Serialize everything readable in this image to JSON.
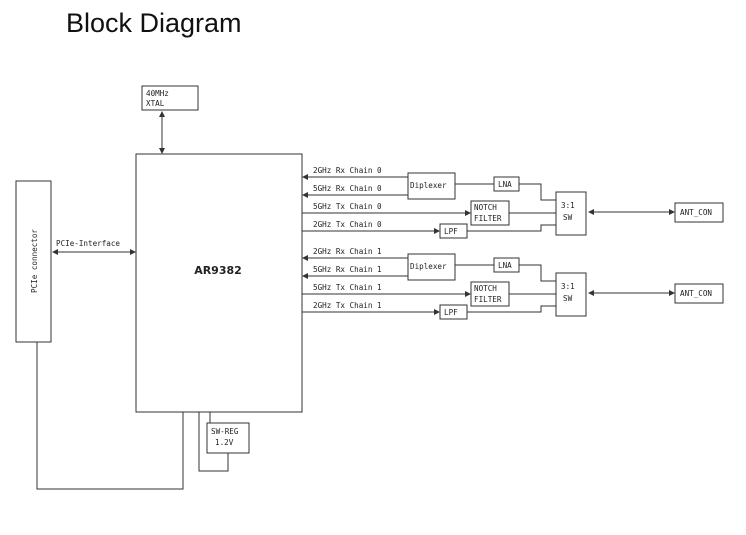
{
  "title": "Block Diagram",
  "colors": {
    "line": "#333333",
    "text": "#222222",
    "background": "#ffffff"
  },
  "blocks": {
    "xtal": [
      "40MHz",
      "XTAL"
    ],
    "pcie": "PCIe connector",
    "pcie_interface": "PCIe-Interface",
    "chip": "AR9382",
    "sw_reg": [
      "SW-REG",
      "1.2V"
    ],
    "diplexer": "Diplexer",
    "lna": "LNA",
    "notch": [
      "NOTCH",
      "FILTER"
    ],
    "lpf": "LPF",
    "switch": [
      "3:1",
      "SW"
    ],
    "ant": "ANT_CON"
  },
  "chains": [
    {
      "labels": [
        "2GHz Rx Chain 0",
        "5GHz Rx Chain 0",
        "5GHz Tx Chain 0",
        "2GHz Tx Chain 0"
      ]
    },
    {
      "labels": [
        "2GHz Rx Chain 1",
        "5GHz Rx Chain 1",
        "5GHz Tx Chain 1",
        "2GHz Tx Chain 1"
      ]
    }
  ]
}
